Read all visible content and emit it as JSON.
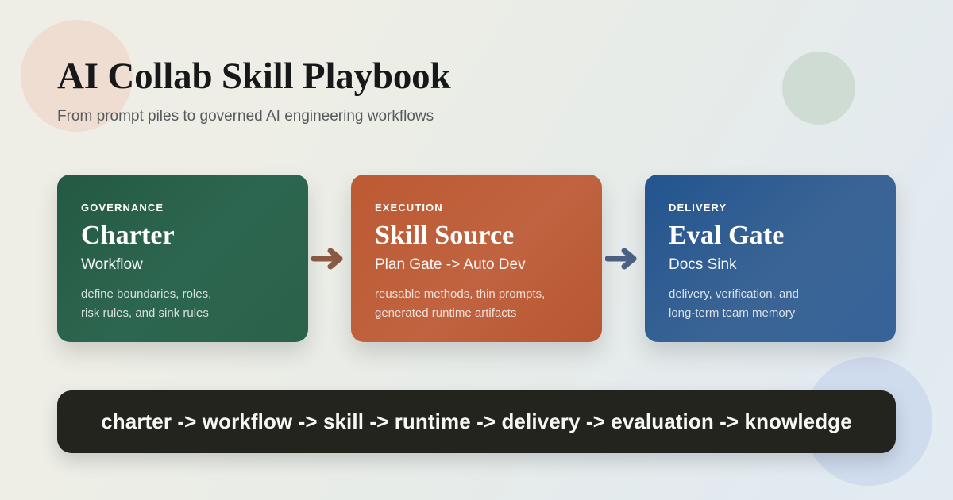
{
  "header": {
    "title": "AI Collab Skill Playbook",
    "subtitle": "From prompt piles to governed AI engineering workflows"
  },
  "colors": {
    "card_green": "#2d6650",
    "card_orange": "#bc5a33",
    "card_blue": "#35609a",
    "banner_bg": "#24241f",
    "arrow_1": "#8d5a44",
    "arrow_2": "#4a6283",
    "blob_peach": "#f0ddd2",
    "blob_sage": "#cfdcd4",
    "blob_blue": "#cfdcee",
    "title_text": "#17181a",
    "subtitle_text": "#555a5d"
  },
  "flow": {
    "cards": [
      {
        "eyebrow": "GOVERNANCE",
        "title": "Charter",
        "subtitle": "Workflow",
        "desc_line_1": "define boundaries, roles,",
        "desc_line_2": "risk rules, and sink rules"
      },
      {
        "eyebrow": "EXECUTION",
        "title": "Skill Source",
        "subtitle": "Plan Gate -> Auto Dev",
        "desc_line_1": "reusable methods, thin prompts,",
        "desc_line_2": "generated runtime artifacts"
      },
      {
        "eyebrow": "DELIVERY",
        "title": "Eval Gate",
        "subtitle": "Docs Sink",
        "desc_line_1": "delivery, verification, and",
        "desc_line_2": "long-term team memory"
      }
    ],
    "arrows": [
      {
        "icon": "arrow-right-icon"
      },
      {
        "icon": "arrow-right-icon"
      }
    ]
  },
  "banner": {
    "text": "charter -> workflow -> skill -> runtime -> delivery -> evaluation -> knowledge"
  }
}
